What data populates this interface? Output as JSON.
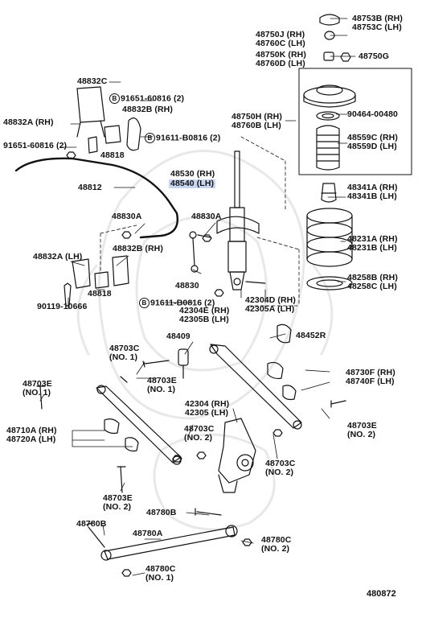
{
  "colors": {
    "ink": "#111111",
    "highlight": "#c9d6f2",
    "watermark": "#e6e6e6"
  },
  "labels": {
    "l48753b": "48753B (RH)\n48753C (LH)",
    "l48750j": "48750J (RH)\n48760C (LH)",
    "l48750k": "48750K (RH)\n48760D (LH)",
    "l48750g": "48750G",
    "l48832c": "48832C",
    "l91651a": "91651-60816 (2)",
    "l48832b_top": "48832B (RH)",
    "l48832a_top": "48832A (RH)",
    "l91611a": "91611-B0816 (2)",
    "l91651b": "91651-60816 (2)",
    "l48818_top": "48818",
    "l48750h": "48750H (RH)\n48760B (LH)",
    "l90464": "90464-00480",
    "l48559c": "48559C (RH)\n48559D (LH)",
    "l48812": "48812",
    "l48530": "48530 (RH)",
    "l48540": "48540 (LH)",
    "l48341a": "48341A (RH)\n48341B (LH)",
    "l48830a_l": "48830A",
    "l48830a_r": "48830A",
    "l48231a": "48231A (RH)\n48231B (LH)",
    "l48832a_lh": "48832A (LH)",
    "l48832b_rh": "48832B (RH)",
    "l48258b": "48258B (RH)\n48258C (LH)",
    "l48818_bot": "48818",
    "l48830": "48830",
    "l91611b": "91611-B0816 (2)",
    "l42304d": "42304D (RH)\n42305A (LH)",
    "l90119": "90119-10666",
    "l42304e": "42304E (RH)\n42305B (LH)",
    "l48409": "48409",
    "l48452r": "48452R",
    "l48703c_1": "48703C\n(NO. 1)",
    "l48730f": "48730F (RH)\n48740F (LH)",
    "l48703e_l": "48703E\n(NO. 1)",
    "l48703e_m": "48703E\n(NO. 1)",
    "l42304": "42304 (RH)\n42305 (LH)",
    "l48703e_r": "48703E\n(NO. 2)",
    "l48710a": "48710A (RH)\n48720A (LH)",
    "l48703c_2a": "48703C\n(NO. 2)",
    "l48703c_2b": "48703C\n(NO. 2)",
    "l48703e_b": "48703E\n(NO. 2)",
    "l48780b_1": "48780B",
    "l48780b_2": "48780B",
    "l48780a": "48780A",
    "l48780c_2": "48780C\n(NO. 2)",
    "l48780c_1": "48780C\n(NO. 1)",
    "l480872": "480872"
  },
  "circle_marks": {
    "b_glyph": "B"
  },
  "icons": [
    "shock-absorber-icon",
    "coil-spring-icon",
    "bump-stopper-icon",
    "dust-cover-icon",
    "spring-seat-icon",
    "support-mount-icon",
    "stabilizer-bar-icon",
    "stabilizer-link-icon",
    "strut-rod-icon",
    "lower-arm-icon",
    "lateral-link-icon",
    "knuckle-icon",
    "bushing-icon",
    "bolt-icon",
    "nut-icon",
    "bracket-icon",
    "watermark-emblem-icon"
  ]
}
